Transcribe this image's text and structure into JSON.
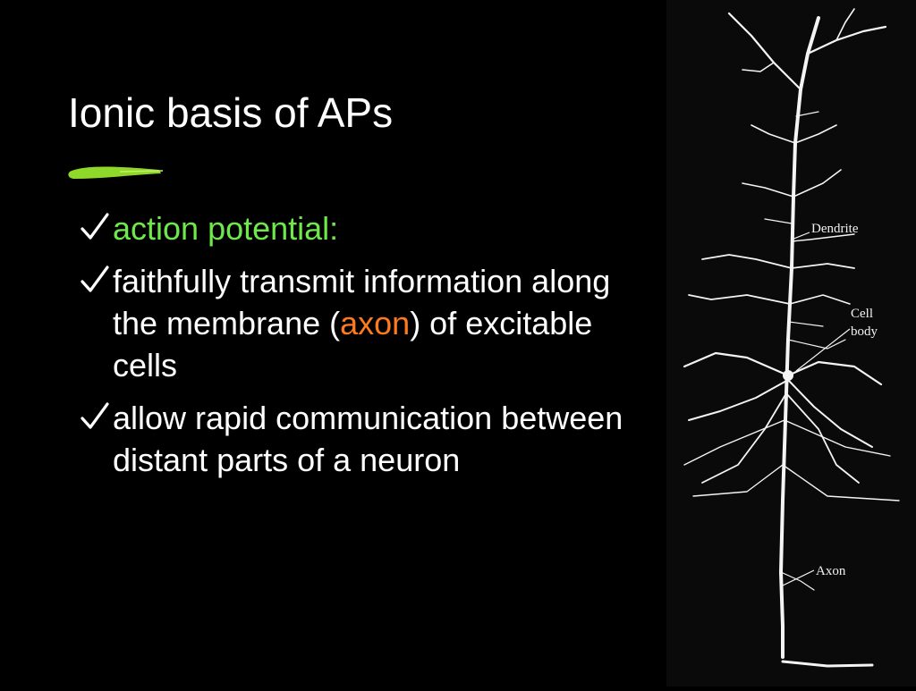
{
  "slide": {
    "title": "Ionic basis of APs",
    "accent_color": "#8fd82a",
    "bullets": [
      {
        "text": "action potential:",
        "color": "#6ee84a"
      },
      {
        "text_before": "faithfully transmit information along the membrane (",
        "highlight": "axon",
        "highlight_color": "#ff7a1a",
        "text_after": ")  of excitable cells"
      },
      {
        "text": "allow rapid communication between distant parts of a neuron"
      }
    ],
    "check_icon": "checkmark-icon"
  },
  "figure": {
    "subject": "neuron-drawing",
    "labels": {
      "dendrite": "Dendrite",
      "cell_line1": "Cell",
      "cell_line2": "body",
      "axon": "Axon"
    }
  }
}
